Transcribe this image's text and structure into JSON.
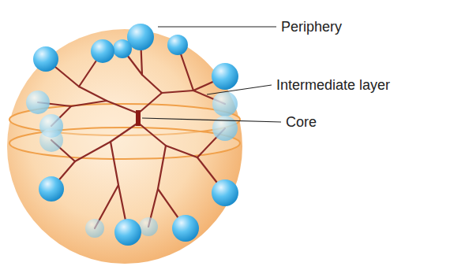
{
  "diagram": {
    "labels": [
      "Periphery",
      "Intermediate layer",
      "Core"
    ]
  }
}
